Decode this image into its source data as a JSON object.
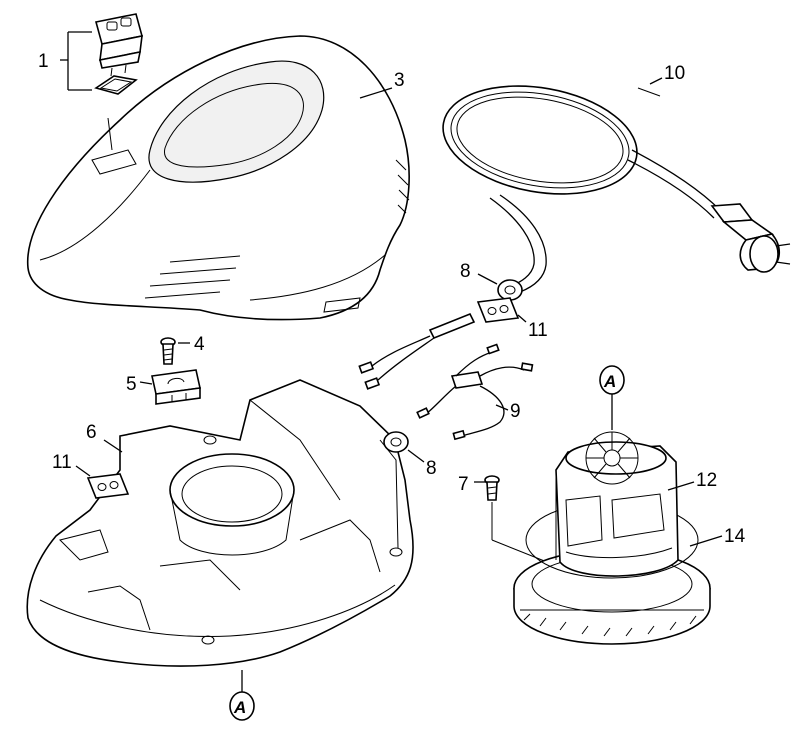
{
  "callouts": {
    "c1": "1",
    "c3": "3",
    "c4": "4",
    "c5": "5",
    "c6": "6",
    "c7": "7",
    "c8a": "8",
    "c8b": "8",
    "c9": "9",
    "c10": "10",
    "c11a": "11",
    "c11b": "11",
    "c12": "12",
    "c14": "14"
  },
  "markers": {
    "top": "A",
    "bottom": "A"
  }
}
